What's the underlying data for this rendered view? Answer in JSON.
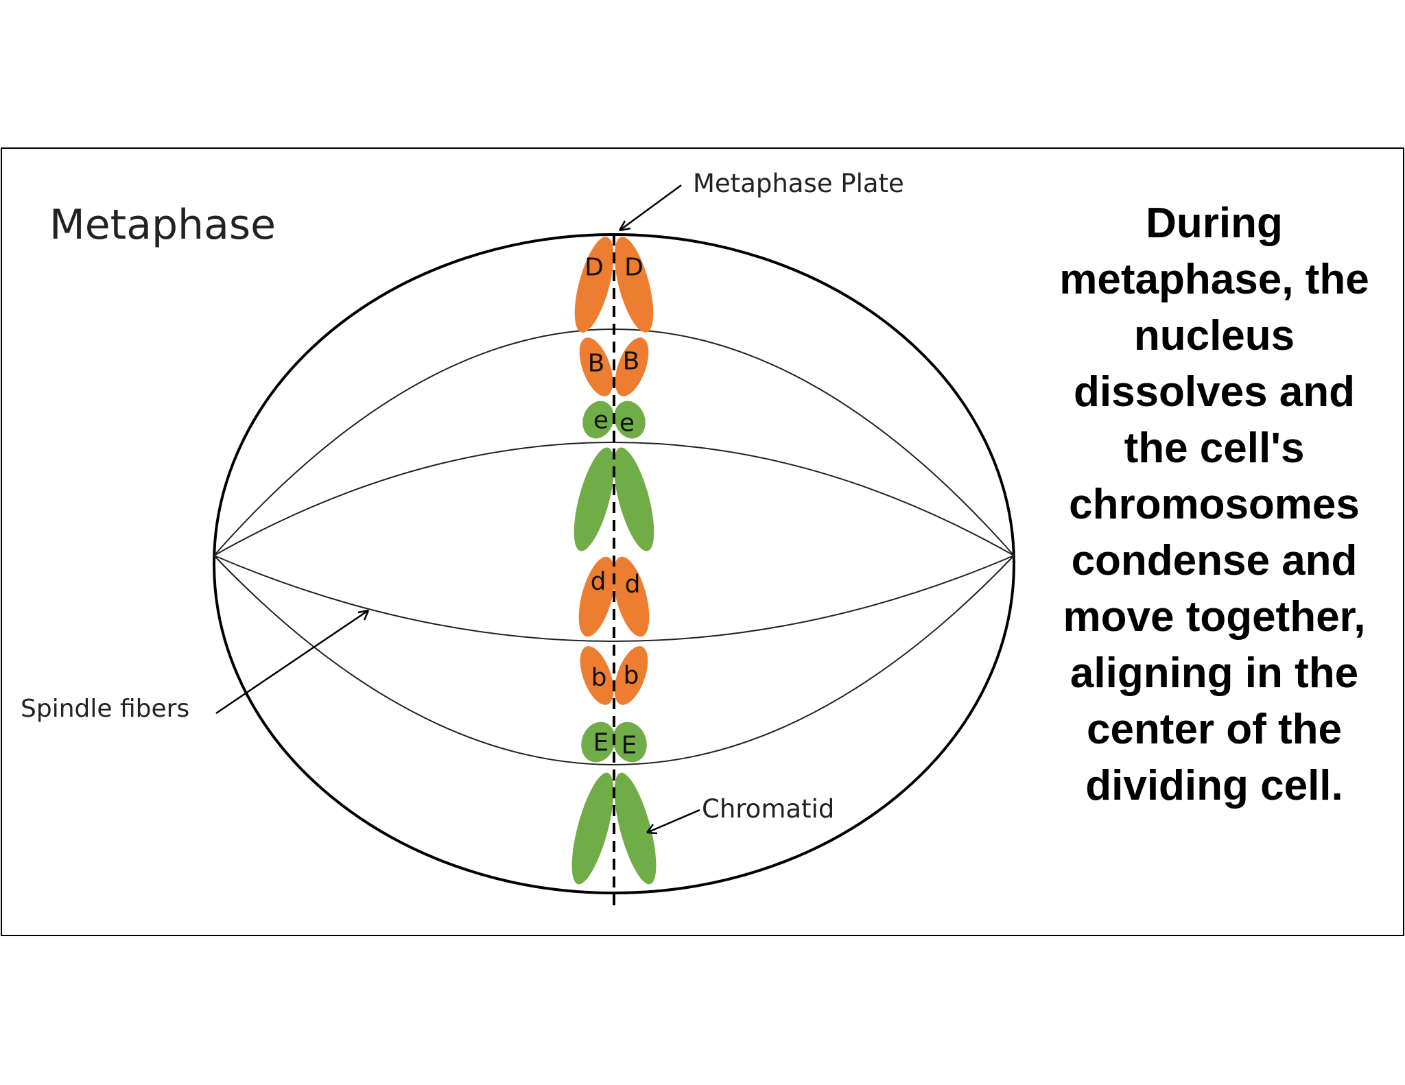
{
  "title": "Metaphase",
  "labels": {
    "metaphase_plate": "Metaphase Plate",
    "spindle_fibers": "Spindle fibers",
    "chromatid": "Chromatid"
  },
  "chromosomes": [
    {
      "alleles": [
        "D",
        "D",
        "B",
        "B"
      ],
      "color": "#ED7D31"
    },
    {
      "alleles": [
        "e",
        "e"
      ],
      "color": "#70AD47"
    },
    {
      "alleles": [
        "d",
        "d",
        "b",
        "b"
      ],
      "color": "#ED7D31"
    },
    {
      "alleles": [
        "E",
        "E"
      ],
      "color": "#70AD47"
    }
  ],
  "description_lines": [
    "During",
    "metaphase, the",
    "nucleus",
    "dissolves and",
    "the cell's",
    "chromosomes",
    "condense and",
    "move together,",
    "aligning in the",
    "center of the",
    "dividing cell."
  ],
  "colors": {
    "orange": "#ED7D31",
    "green": "#70AD47",
    "outline": "#000000"
  }
}
